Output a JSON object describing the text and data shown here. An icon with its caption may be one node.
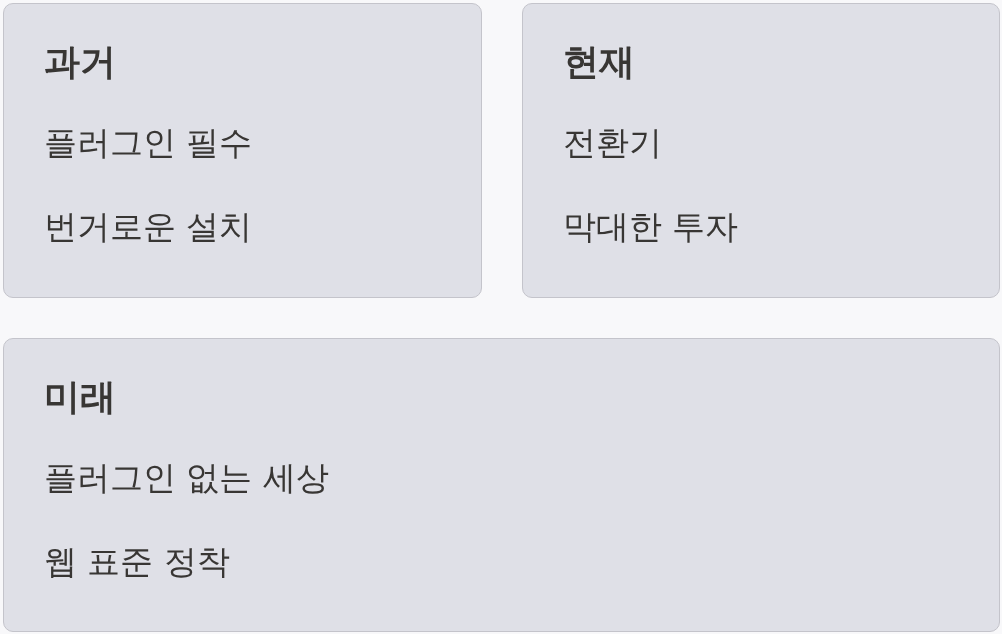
{
  "diagram": {
    "nodes": [
      {
        "text": [
          "과거",
          "플러그인 필수",
          "번거로운 설치"
        ]
      },
      {
        "text": [
          "현재",
          "전환기",
          "막대한 투자"
        ]
      },
      {
        "text": [
          "미래",
          "플러그인 없는 세상",
          "웹 표준 정착"
        ]
      }
    ]
  }
}
